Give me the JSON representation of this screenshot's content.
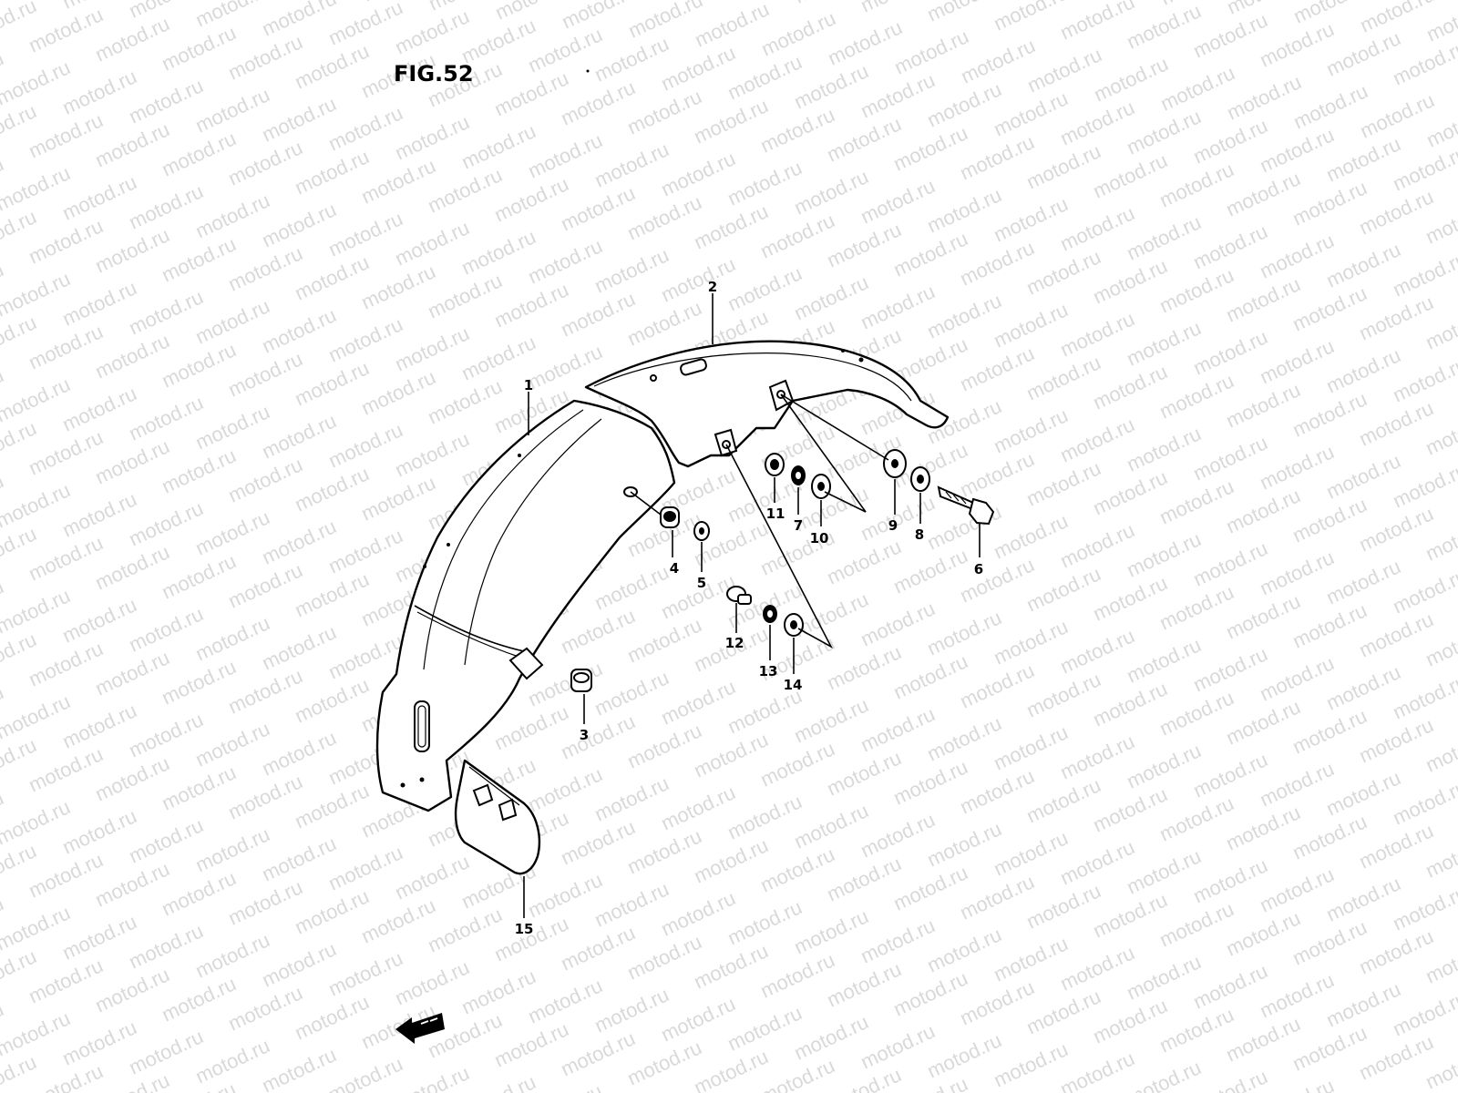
{
  "figure": {
    "title": "FIG.52"
  },
  "watermark": {
    "text": "motod.ru",
    "color": "#d9d9d9"
  },
  "parts": [
    {
      "id": "1",
      "label": "1"
    },
    {
      "id": "2",
      "label": "2"
    },
    {
      "id": "3",
      "label": "3"
    },
    {
      "id": "4",
      "label": "4"
    },
    {
      "id": "5",
      "label": "5"
    },
    {
      "id": "6",
      "label": "6"
    },
    {
      "id": "7",
      "label": "7"
    },
    {
      "id": "8",
      "label": "8"
    },
    {
      "id": "9",
      "label": "9"
    },
    {
      "id": "10",
      "label": "10"
    },
    {
      "id": "11",
      "label": "11"
    },
    {
      "id": "12",
      "label": "12"
    },
    {
      "id": "13",
      "label": "13"
    },
    {
      "id": "14",
      "label": "14"
    },
    {
      "id": "15",
      "label": "15"
    }
  ],
  "direction_marker": {
    "icon": "front-arrow-icon"
  }
}
